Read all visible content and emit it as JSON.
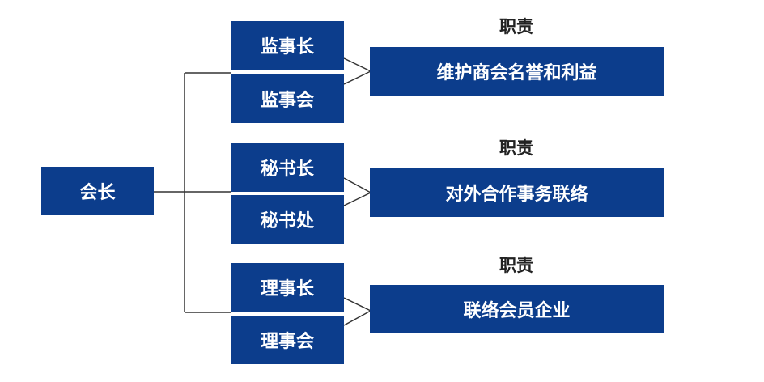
{
  "root": {
    "label": "会长"
  },
  "groups": [
    {
      "roles": [
        "监事长",
        "监事会"
      ],
      "responsibility_title": "职责",
      "responsibility": "维护商会名誉和利益"
    },
    {
      "roles": [
        "秘书长",
        "秘书处"
      ],
      "responsibility_title": "职责",
      "responsibility": "对外合作事务联络"
    },
    {
      "roles": [
        "理事长",
        "理事会"
      ],
      "responsibility_title": "职责",
      "responsibility": "联络会员企业"
    }
  ],
  "colors": {
    "box": "#0c3d8c",
    "line": "#333333"
  }
}
